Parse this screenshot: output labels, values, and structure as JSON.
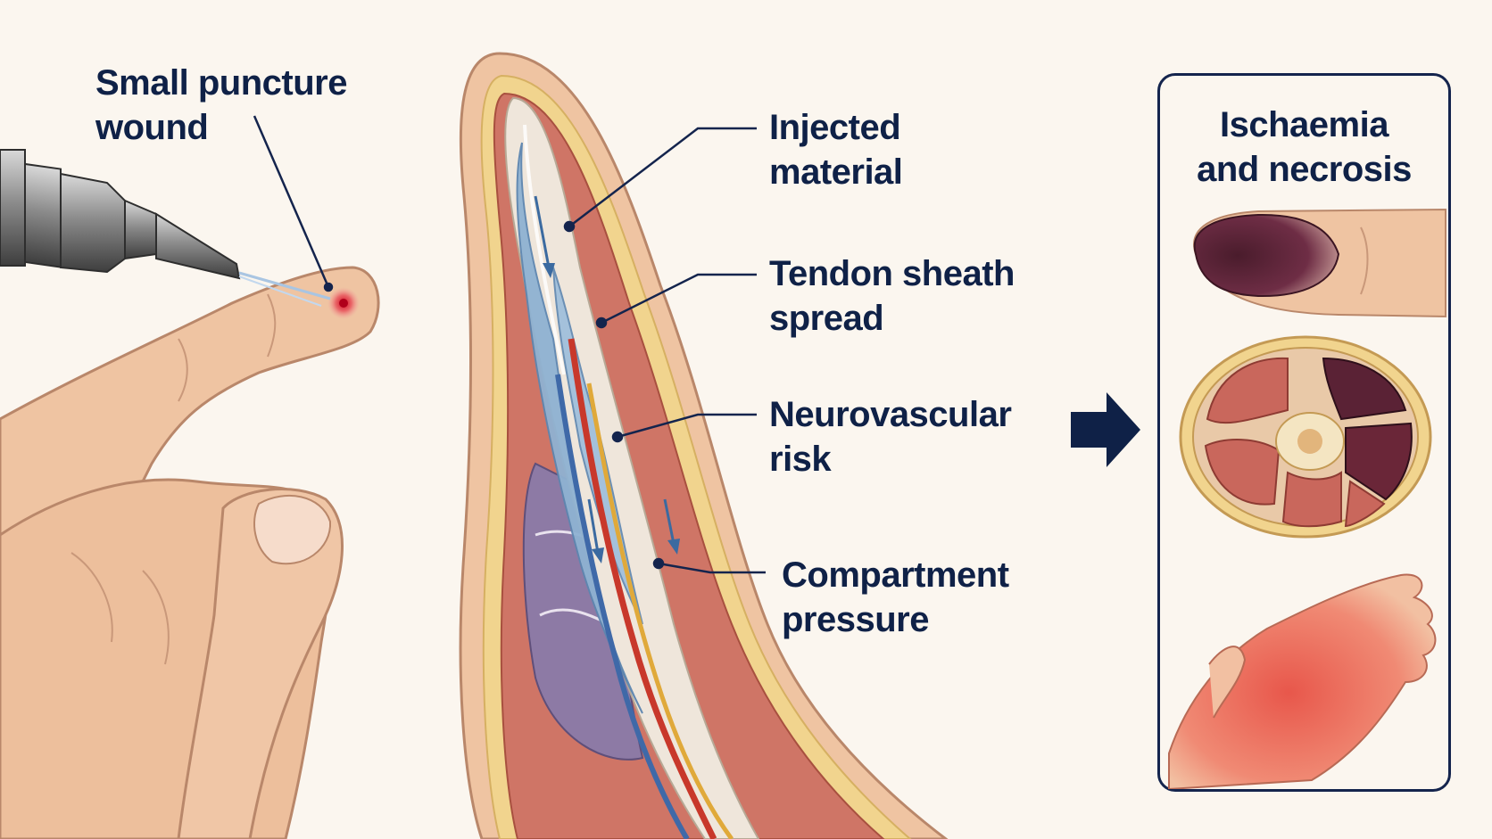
{
  "labels": {
    "puncture": [
      "Small puncture",
      "wound"
    ],
    "injected": [
      "Injected",
      "material"
    ],
    "tendon": [
      "Tendon sheath",
      "spread"
    ],
    "neurovascular": [
      "Neurovascular",
      "risk"
    ],
    "compartment": [
      "Compartment",
      "pressure"
    ]
  },
  "outcome_panel": {
    "title": [
      "Ischaemia",
      "and necrosis"
    ]
  },
  "colors": {
    "label_text": "#0f2147",
    "leader_line": "#14244d",
    "panel_border": "#14244d",
    "background": "#fbf6ef",
    "skin": "#efc4a2",
    "tendon": "#efe6db",
    "injected_material": "#8fb2d2",
    "artery": "#c8382b",
    "nerve": "#e0a93a",
    "vein": "#3f69a8",
    "muscle": "#c9675c",
    "necrotic": "#5a2235"
  },
  "icons": [
    "injection-gun-icon",
    "arrow-right-icon"
  ]
}
